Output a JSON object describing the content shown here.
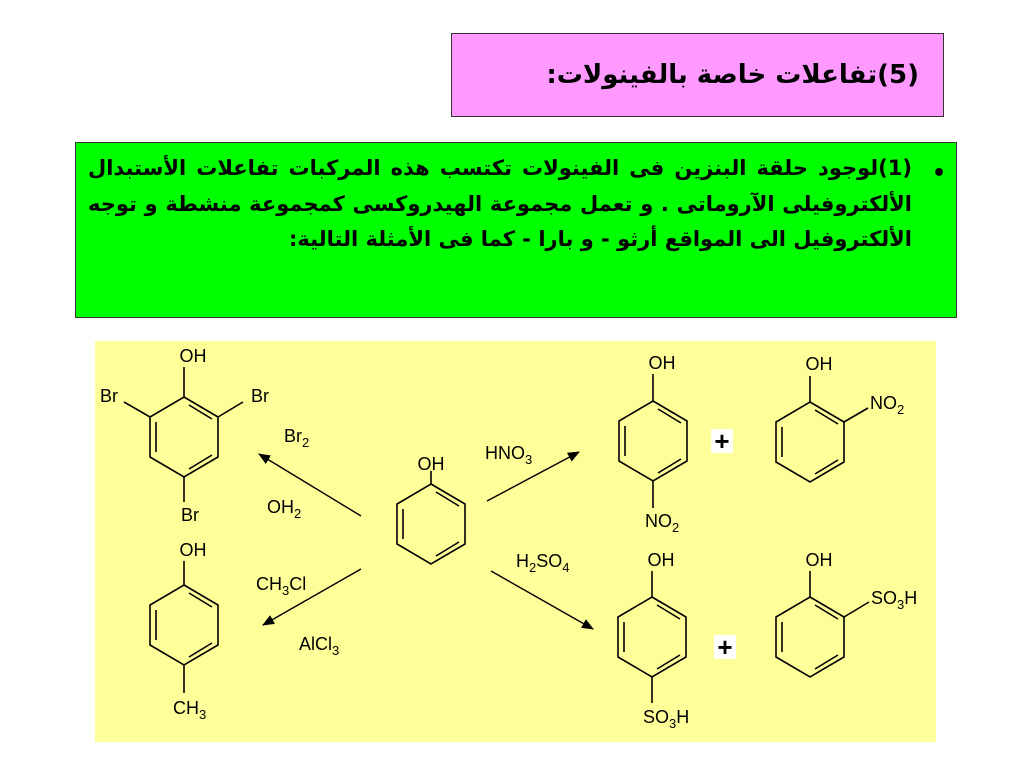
{
  "title": "(5)تفاعلات خاصة بالفينولات:",
  "bullet": "•",
  "paragraph": "(1)لوجود حلقة البنزين فى الفينولات تكتسب هذه المركبات تفاعلات الأستبدال الألكتروفيلى الآروماتى . و تعمل مجموعة الهيدروكسى كمجموعة منشطة و توجه الألكتروفيل الى المواقع أرثو - و بارا - كما فى الأمثلة التالية:",
  "scheme": {
    "phenol": {
      "oh": "OH"
    },
    "tribromophenol": {
      "oh": "OH",
      "br_left": "Br",
      "br_right": "Br",
      "br_bottom": "Br"
    },
    "p_cresol": {
      "oh": "OH",
      "ch3": {
        "main": "CH",
        "sub": "3"
      }
    },
    "p_nitrophenol": {
      "oh": "OH",
      "no2": {
        "main": "NO",
        "sub": "2"
      }
    },
    "o_nitrophenol": {
      "oh": "OH",
      "no2": {
        "main": "NO",
        "sub": "2"
      }
    },
    "p_sulfonic": {
      "oh": "OH",
      "so3h": {
        "main": "SO",
        "sub": "3",
        "tail": "H"
      }
    },
    "o_sulfonic": {
      "oh": "OH",
      "so3h": {
        "main": "SO",
        "sub": "3",
        "tail": "H"
      }
    },
    "reagents": {
      "br2": {
        "main": "Br",
        "sub": "2"
      },
      "oh2": {
        "main": "OH",
        "sub": "2"
      },
      "ch3cl": {
        "a": "CH",
        "sub": "3",
        "b": "Cl"
      },
      "alcl3": {
        "main": "AlCl",
        "sub": "3"
      },
      "hno3": {
        "main": "HNO",
        "sub": "3"
      },
      "h2so4": {
        "a": "H",
        "sub1": "2",
        "b": "SO",
        "sub2": "4"
      }
    },
    "plus_top": "+",
    "plus_bottom": "+"
  }
}
